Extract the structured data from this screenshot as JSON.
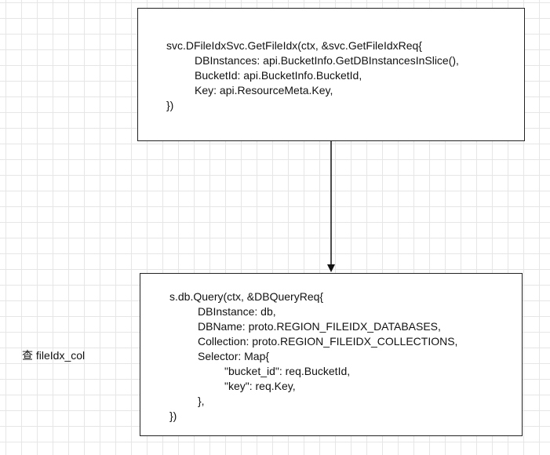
{
  "top_box": {
    "lines": [
      "svc.DFileIdxSvc.GetFileIdx(ctx, &svc.GetFileIdxReq{",
      "DBInstances: api.BucketInfo.GetDBInstancesInSlice(),",
      "BucketId: api.BucketInfo.BucketId,",
      "Key: api.ResourceMeta.Key,",
      "})"
    ]
  },
  "bottom_box": {
    "lines": [
      "s.db.Query(ctx, &DBQueryReq{",
      "DBInstance: db,",
      "DBName: proto.REGION_FILEIDX_DATABASES,",
      "Collection: proto.REGION_FILEIDX_COLLECTIONS,",
      "Selector: Map{",
      "\"bucket_id\": req.BucketId,",
      "\"key\": req.Key,",
      "},",
      "})"
    ]
  },
  "side_label": "查 fileIdx_col"
}
